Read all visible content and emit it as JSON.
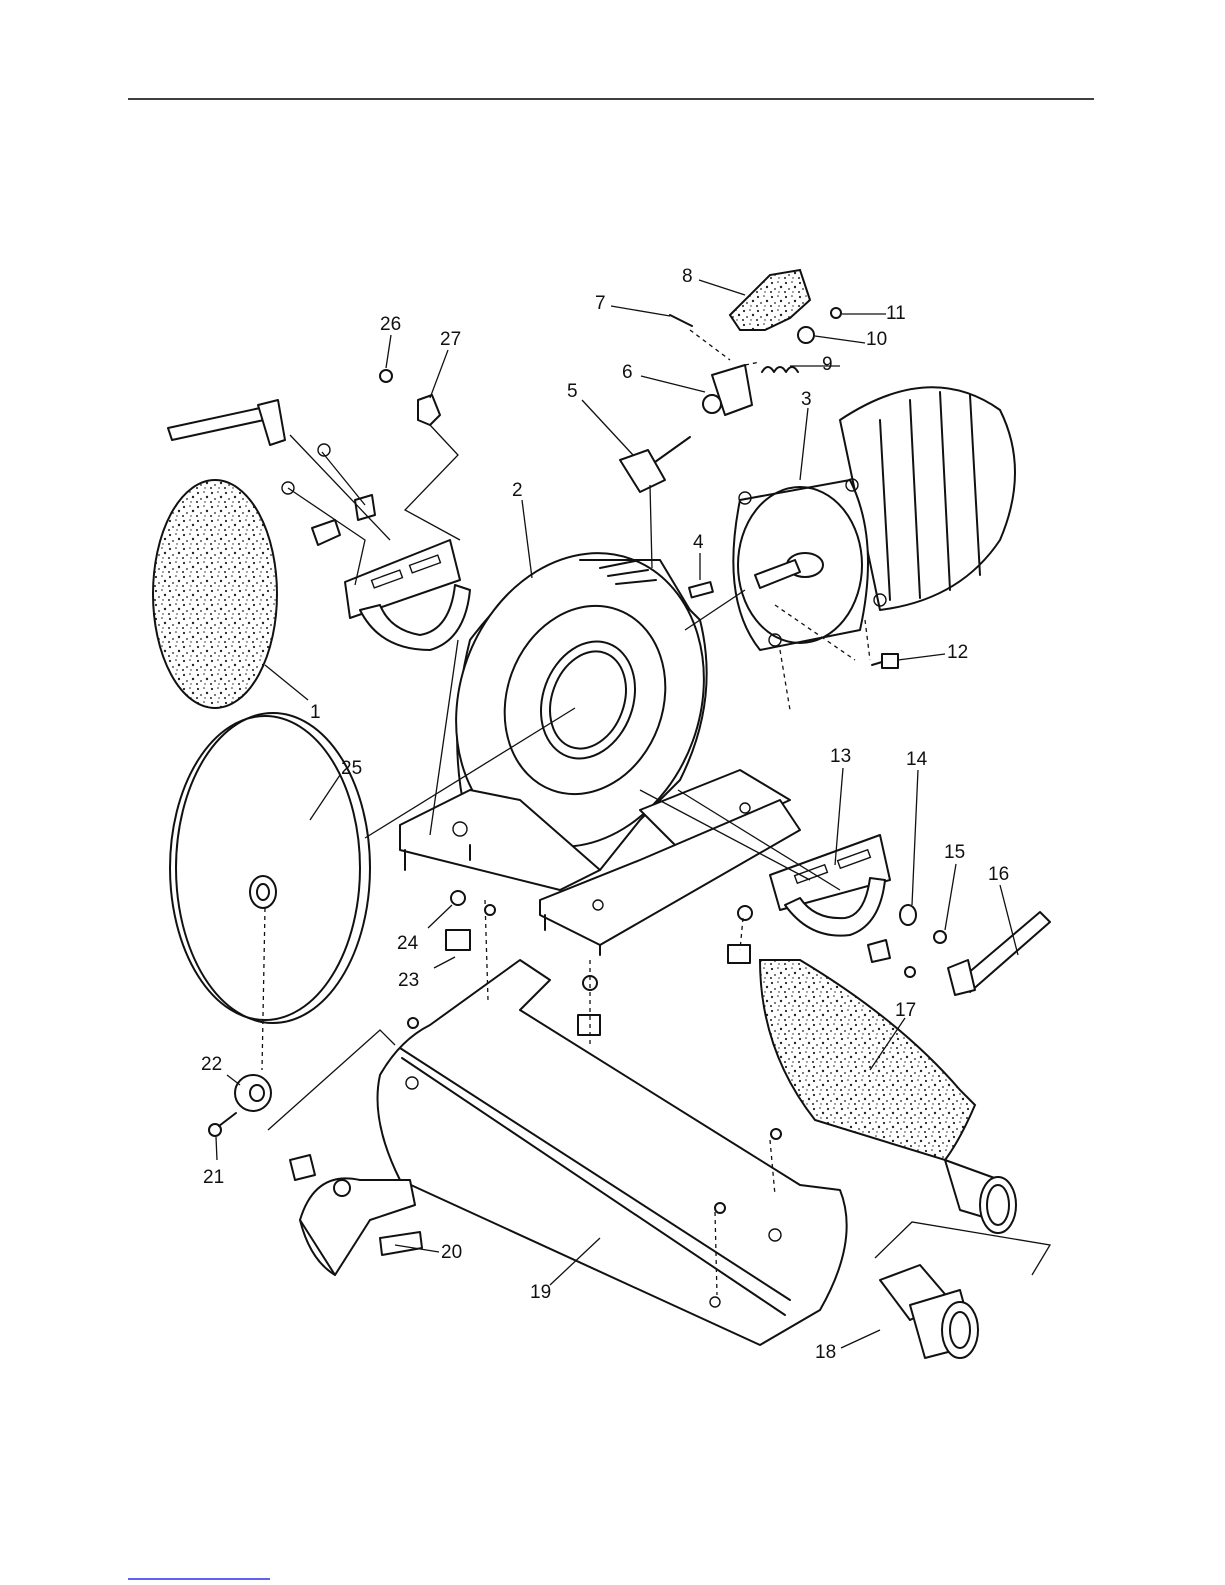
{
  "header": {
    "rule_color": "#000000"
  },
  "diagram": {
    "parts": [
      {
        "id": "p1",
        "number": "1"
      },
      {
        "id": "p2",
        "number": "2"
      },
      {
        "id": "p3",
        "number": "3"
      },
      {
        "id": "p4",
        "number": "4"
      },
      {
        "id": "p5",
        "number": "5"
      },
      {
        "id": "p6",
        "number": "6"
      },
      {
        "id": "p7",
        "number": "7"
      },
      {
        "id": "p8",
        "number": "8"
      },
      {
        "id": "p9",
        "number": "9"
      },
      {
        "id": "p10",
        "number": "10"
      },
      {
        "id": "p11",
        "number": "11"
      },
      {
        "id": "p12",
        "number": "12"
      },
      {
        "id": "p13",
        "number": "13"
      },
      {
        "id": "p14",
        "number": "14"
      },
      {
        "id": "p15",
        "number": "15"
      },
      {
        "id": "p16",
        "number": "16"
      },
      {
        "id": "p17",
        "number": "17"
      },
      {
        "id": "p18",
        "number": "18"
      },
      {
        "id": "p19",
        "number": "19"
      },
      {
        "id": "p20",
        "number": "20"
      },
      {
        "id": "p21",
        "number": "21"
      },
      {
        "id": "p22",
        "number": "22"
      },
      {
        "id": "p23",
        "number": "23"
      },
      {
        "id": "p24",
        "number": "24"
      },
      {
        "id": "p25",
        "number": "25"
      },
      {
        "id": "p26",
        "number": "26"
      },
      {
        "id": "p27",
        "number": "27"
      }
    ]
  },
  "footer": {
    "link_color": "#0000ee"
  }
}
